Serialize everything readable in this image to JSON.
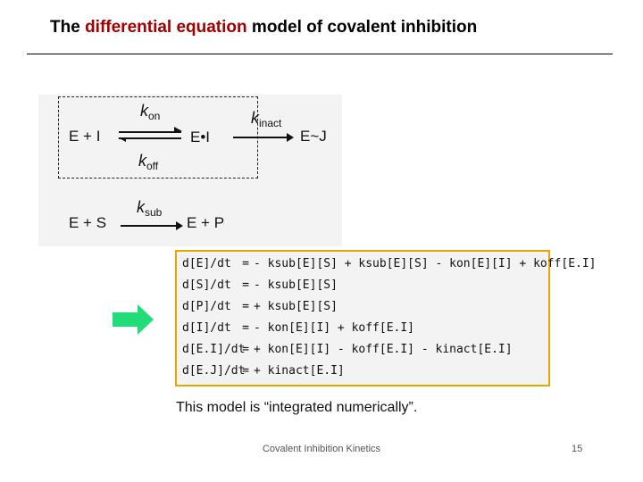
{
  "slide": {
    "title_pre": "The ",
    "title_accent": "differential equation",
    "title_post": " model of covalent inhibition",
    "caption": "This model is “integrated numerically”.",
    "footer": "Covalent Inhibition Kinetics",
    "page_number": "15",
    "accent_color": "#a00000",
    "box_border_color": "#e6a600",
    "arrow_color": "#22dd77"
  },
  "scheme": {
    "species": {
      "e_plus_i": "E + I",
      "ei": "E•I",
      "ej": "E~J",
      "e_plus_s": "E + S",
      "e_plus_p": "E + P"
    },
    "rates": {
      "kon": {
        "k": "k",
        "sub": "on"
      },
      "koff": {
        "k": "k",
        "sub": "off"
      },
      "kinact": {
        "k": "k",
        "sub": "inact"
      },
      "ksub": {
        "k": "k",
        "sub": "sub"
      }
    }
  },
  "equations": [
    {
      "lhs": "d[E]/dt",
      "rhs": "- ksub[E][S] + ksub[E][S] - kon[E][I] + koff[E.I]"
    },
    {
      "lhs": "d[S]/dt",
      "rhs": "- ksub[E][S]"
    },
    {
      "lhs": "d[P]/dt",
      "rhs": "+ ksub[E][S]"
    },
    {
      "lhs": "d[I]/dt",
      "rhs": "- kon[E][I] + koff[E.I]"
    },
    {
      "lhs": "d[E.I]/dt",
      "rhs": "+ kon[E][I] - koff[E.I] - kinact[E.I]"
    },
    {
      "lhs": "d[E.J]/dt",
      "rhs": "+ kinact[E.I]"
    }
  ]
}
